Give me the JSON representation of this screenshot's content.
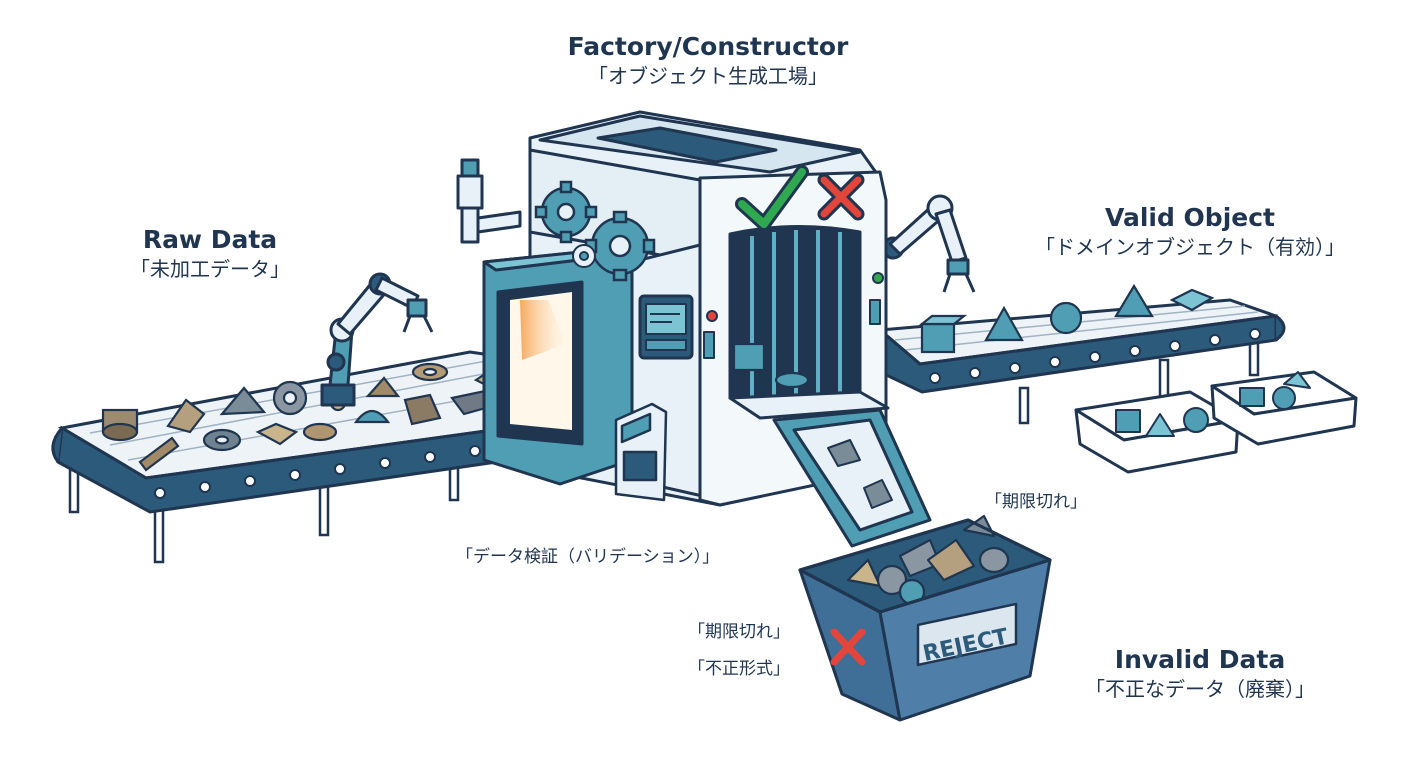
{
  "factory": {
    "title": "Factory/Constructor",
    "subtitle": "「オブジェクト生成工場」"
  },
  "raw": {
    "title": "Raw Data",
    "subtitle": "「未加工データ」"
  },
  "valid": {
    "title": "Valid Object",
    "subtitle": "「ドメインオブジェクト（有効）」"
  },
  "invalid": {
    "title": "Invalid Data",
    "subtitle": "「不正なデータ（廃棄）」"
  },
  "validation": {
    "label": "「データ検証（バリデーション）」"
  },
  "reject": {
    "bin_label": "REJECT",
    "reason_expired_top": "「期限切れ」",
    "reason_expired": "「期限切れ」",
    "reason_bad_format": "「不正形式」"
  },
  "colors": {
    "outline": "#1f3550",
    "machine_body": "#e8f1f7",
    "machine_teal": "#5fb0c4",
    "machine_dark": "#2c5a7a",
    "belt": "#e9eef3",
    "bin_blue": "#3f6e97",
    "check_green": "#2fa84f",
    "cross_red": "#e2453c",
    "glow_orange": "#f6a04d"
  },
  "icons": [
    "gear-icon",
    "check-icon",
    "cross-icon",
    "robot-arm-icon",
    "conveyor-belt-icon",
    "reject-bin-icon",
    "control-panel-icon"
  ]
}
